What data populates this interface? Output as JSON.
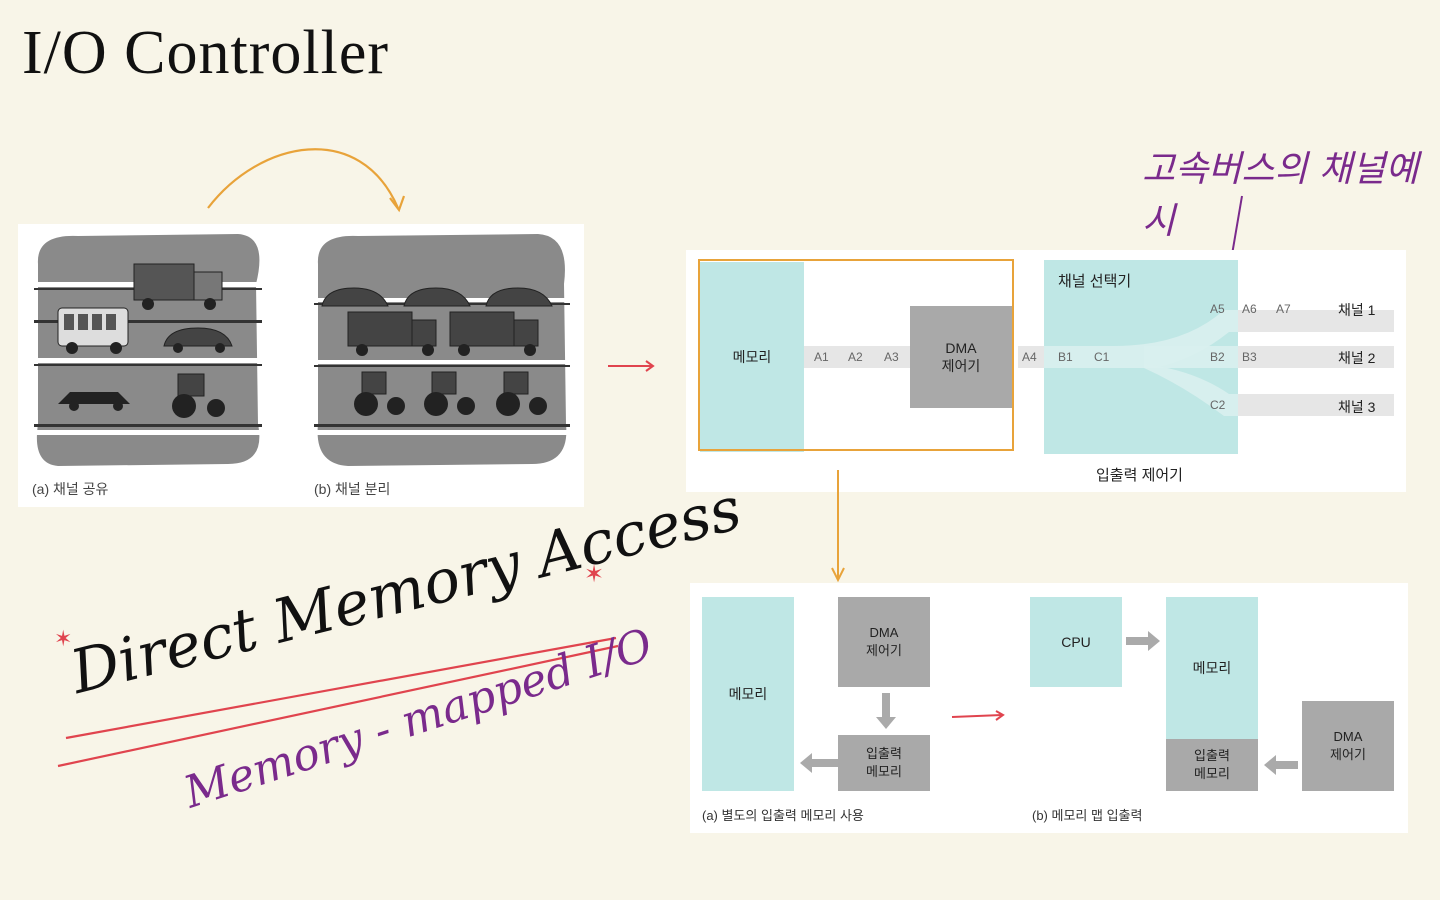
{
  "title": "I/O Controller",
  "traffic": {
    "caption_a": "(a) 채널 공유",
    "caption_b": "(b) 채널 분리"
  },
  "channel_diagram": {
    "memory": "메모리",
    "addr_a": [
      "A1",
      "A2",
      "A3"
    ],
    "dma_line1": "DMA",
    "dma_line2": "제어기",
    "addr_after_dma": [
      "A4",
      "B1",
      "C1"
    ],
    "selector": "채널 선택기",
    "ch1_addrs": [
      "A5",
      "A6",
      "A7"
    ],
    "ch2_addrs": [
      "B2",
      "B3"
    ],
    "ch3_addrs": [
      "C2"
    ],
    "channel_1": "채널 1",
    "channel_2": "채널 2",
    "channel_3": "채널 3",
    "caption": "입출력 제어기"
  },
  "annotation_top": "고속버스의 채널예시",
  "mmio": {
    "a_memory": "메모리",
    "a_dma_line1": "DMA",
    "a_dma_line2": "제어기",
    "a_io_line1": "입출력",
    "a_io_line2": "메모리",
    "a_caption": "(a) 별도의 입출력 메모리 사용",
    "b_cpu": "CPU",
    "b_memory": "메모리",
    "b_io_line1": "입출력",
    "b_io_line2": "메모리",
    "b_dma_line1": "DMA",
    "b_dma_line2": "제어기",
    "b_caption": "(b) 메모리 맵 입출력"
  },
  "handwriting": {
    "dma": "Direct Memory Access",
    "mmio": "Memory - mapped I/O"
  },
  "colors": {
    "background": "#f8f5e8",
    "orange": "#e8a33a",
    "red": "#e0444e",
    "purple": "#7a2a8c",
    "cyan": "#bfe7e5"
  }
}
